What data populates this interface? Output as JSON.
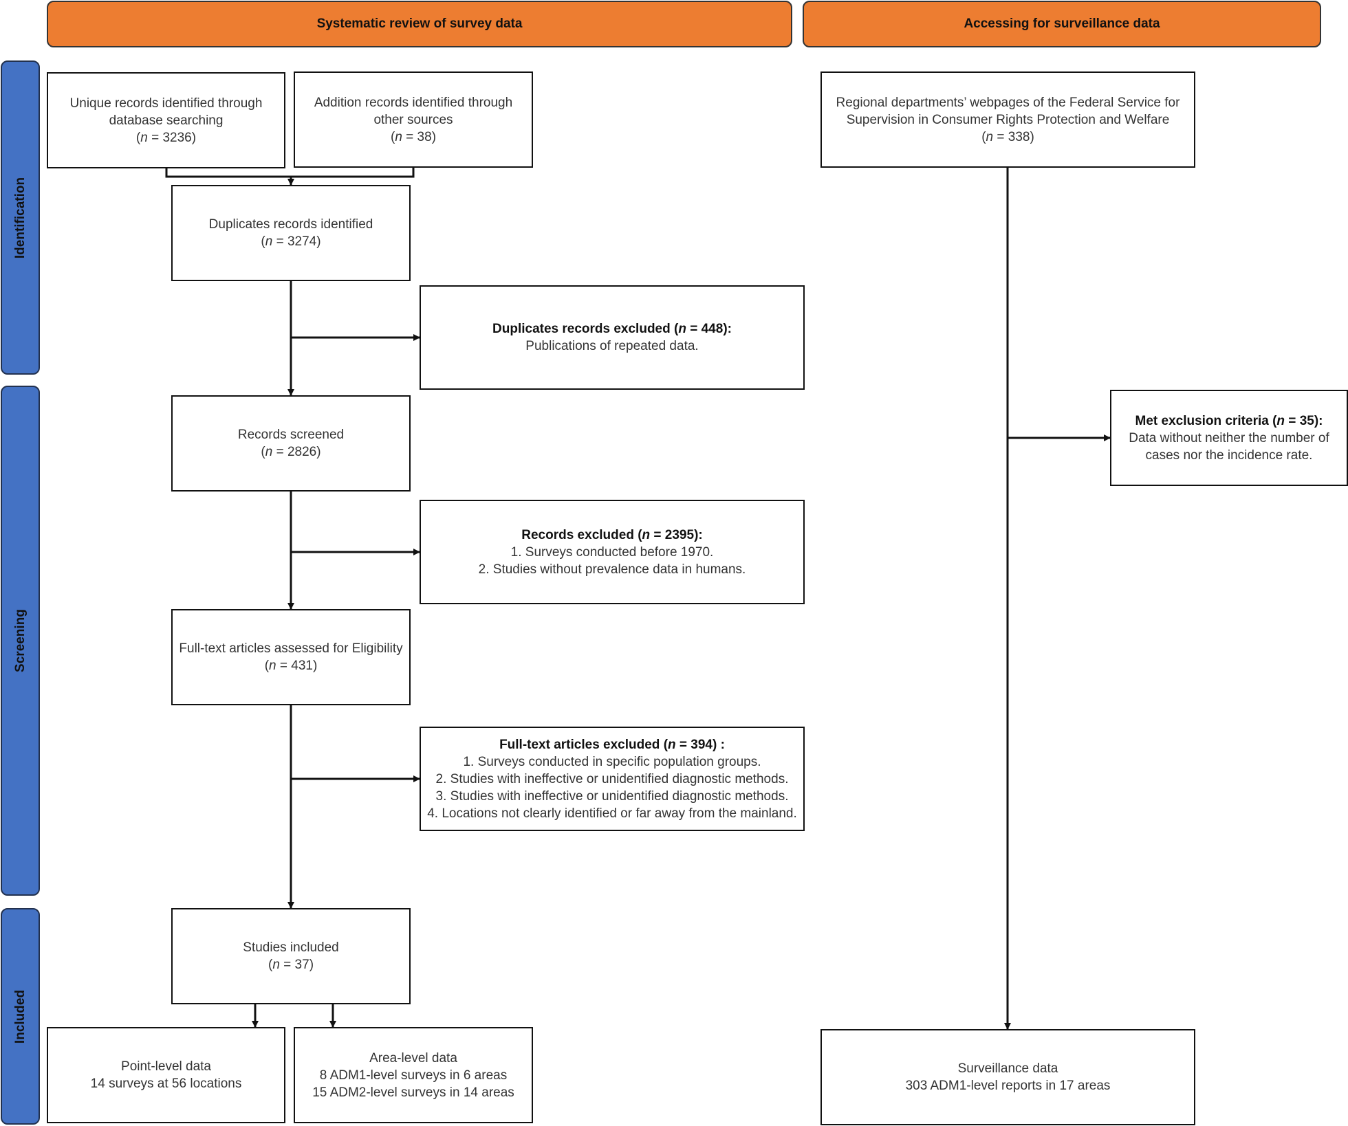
{
  "headers": {
    "survey": "Systematic review of survey data",
    "surveillance": "Accessing for surveillance data"
  },
  "phases": {
    "identification": "Identification",
    "screening": "Screening",
    "included": "Included"
  },
  "boxes": {
    "unique_records": {
      "line1": "Unique records identified through",
      "line2": "database searching",
      "n": "3236"
    },
    "additional_records": {
      "line1": "Addition records identified through",
      "line2": "other sources",
      "n": "38"
    },
    "duplicates_identified": {
      "line1": "Duplicates records identified",
      "n": "3274"
    },
    "duplicates_excluded": {
      "title_pre": "Duplicates records excluded (",
      "n": "448",
      "title_post": "):",
      "reason": "Publications of repeated data."
    },
    "records_screened": {
      "line1": "Records screened",
      "n": "2826"
    },
    "records_excluded": {
      "title_pre": "Records excluded (",
      "n": "2395",
      "title_post": "):",
      "reasons": [
        "1. Surveys conducted before 1970.",
        "2. Studies without prevalence data in humans."
      ]
    },
    "fulltext_assessed": {
      "line1": "Full-text articles assessed for Eligibility",
      "n": "431"
    },
    "fulltext_excluded": {
      "title_pre": "Full-text articles excluded (",
      "n": "394",
      "title_post": ") :",
      "reasons": [
        "1. Surveys conducted in specific population groups.",
        "2. Studies with ineffective or unidentified diagnostic methods.",
        "3. Studies with ineffective or unidentified diagnostic methods.",
        "4. Locations not clearly identified or far away from the mainland."
      ]
    },
    "studies_included": {
      "line1": "Studies included",
      "n": "37"
    },
    "point_level": {
      "line1": "Point-level data",
      "line2": "14 surveys at 56 locations"
    },
    "area_level": {
      "line1": "Area-level data",
      "line2": "8 ADM1-level surveys in 6 areas",
      "line3": "15 ADM2-level surveys in 14 areas"
    },
    "regional_webpages": {
      "line1": "Regional departments’ webpages of the Federal Service for",
      "line2": "Supervision in Consumer Rights Protection and Welfare",
      "n": "338"
    },
    "met_exclusion": {
      "title_pre": "Met exclusion criteria (",
      "n": " 35",
      "title_post": "):",
      "reason1": "Data without neither the number of",
      "reason2": "cases nor the incidence rate."
    },
    "surveillance_data": {
      "line1": "Surveillance data",
      "line2": "303 ADM1-level reports in 17 areas"
    }
  },
  "n_symbol": "n",
  "n_eq": " = ",
  "n_eq_bold": " = ",
  "paren_open": "(",
  "paren_close": ")"
}
